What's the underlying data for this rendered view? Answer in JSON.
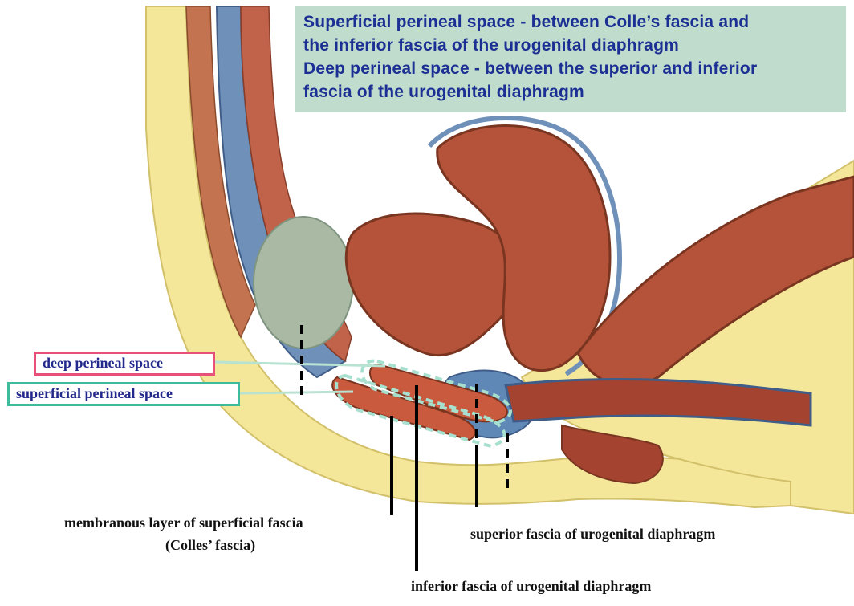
{
  "header": {
    "lines": [
      "Superficial perineal space - between Colle’s fascia and",
      "the inferior fascia of the urogenital diaphragm",
      "Deep perineal space - between the superior and inferior",
      "fascia of the urogenital diaphragm"
    ]
  },
  "labels": {
    "deep_space": "deep perineal space",
    "superficial_space": "superficial perineal space",
    "membranous_line1": "membranous layer of superficial fascia",
    "membranous_line2": "(Colles’ fascia)",
    "superior_fascia": "superior fascia of urogenital diaphragm",
    "inferior_fascia": "inferior fascia of urogenital diaphragm"
  },
  "colors": {
    "title_bg": "#bfdccc",
    "title_text": "#1c2f94",
    "deep_box_border": "#e8507a",
    "superficial_box_border": "#3dbb9b",
    "label_text": "#22288c",
    "fat": "#f4e79a",
    "muscle": "#b44f36",
    "fascia": "#5f88b6",
    "rectum": "#a9b8a1"
  }
}
